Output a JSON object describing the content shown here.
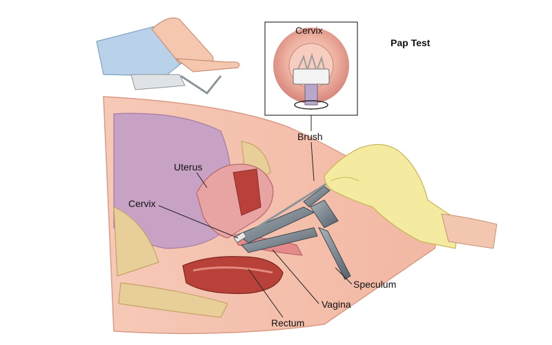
{
  "diagram": {
    "title": "Pap Test",
    "labels": {
      "inset_cervix": "Cervix",
      "brush": "Brush",
      "uterus": "Uterus",
      "cervix": "Cervix",
      "speculum": "Speculum",
      "vagina": "Vagina",
      "rectum": "Rectum"
    },
    "colors": {
      "skin": "#f5c3b0",
      "tissue_pink": "#e8a3a3",
      "uterus_red": "#b8413a",
      "bladder_purple": "#c7a2c4",
      "bone": "#e8cf9a",
      "glove": "#f4eaa0",
      "metal": "#7d8790",
      "gown": "#b9d2ea"
    }
  }
}
